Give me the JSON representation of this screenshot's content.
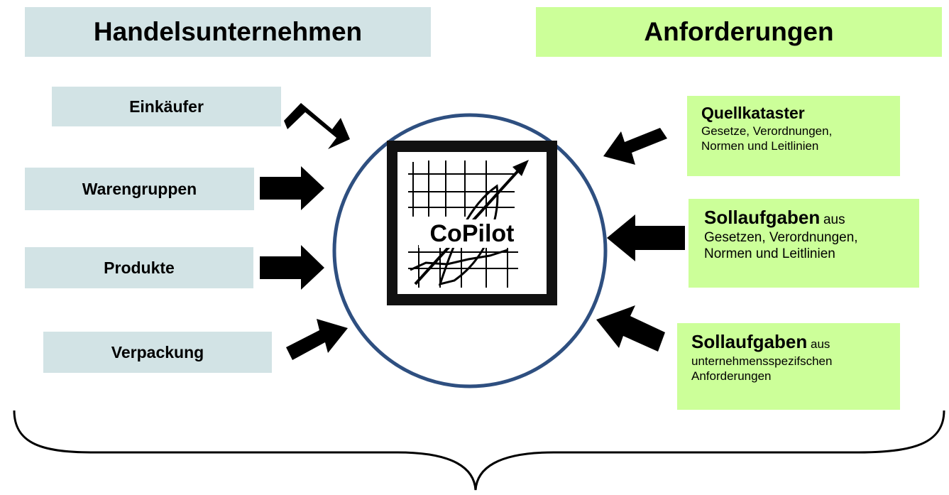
{
  "headers": {
    "left": "Handelsunternehmen",
    "right": "Anforderungen"
  },
  "left_items": [
    "Einkäufer",
    "Warengruppen",
    "Produkte",
    "Verpackung"
  ],
  "right_items": [
    {
      "title": "Quellkataster",
      "suffix": "",
      "lines": [
        "Gesetze, Verordnungen,",
        "Normen und Leitlinien"
      ]
    },
    {
      "title": "Sollaufgaben",
      "suffix": "aus",
      "lines": [
        "Gesetzen, Verordnungen,",
        "Normen und Leitlinien"
      ]
    },
    {
      "title": "Sollaufgaben",
      "suffix": "aus",
      "lines": [
        "unternehmensspezifschen",
        "Anforderungen"
      ]
    }
  ],
  "logo": {
    "text": "CoPilot",
    "icon": "chart-leaf-icon"
  },
  "colors": {
    "blue_box": "#d2e3e5",
    "green_box": "#ccff99",
    "circle": "#2e4f80"
  }
}
